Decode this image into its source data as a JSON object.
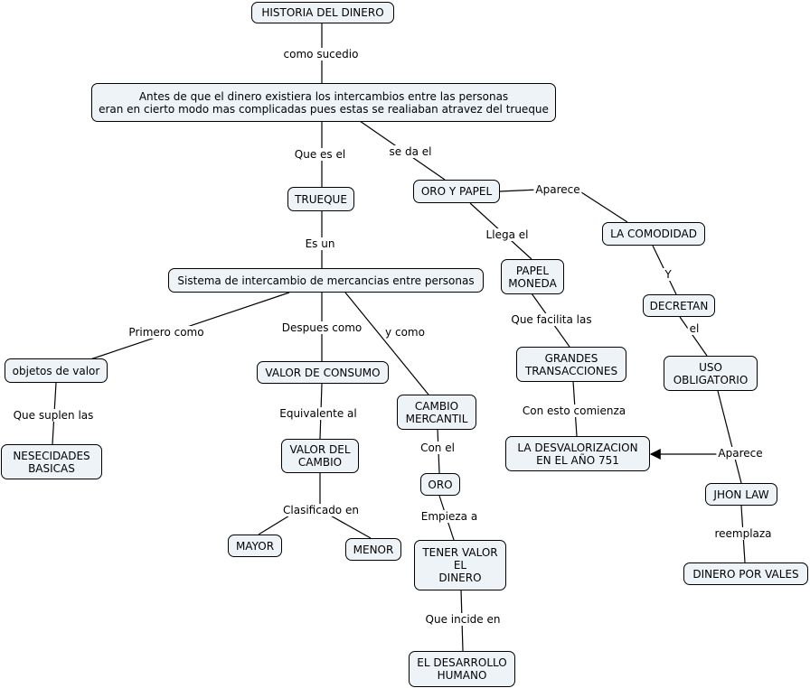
{
  "nodes": {
    "historia": "HISTORIA DEL DINERO",
    "antes": "Antes de que el dinero existiera los intercambios entre las personas\neran en cierto modo mas complicadas pues estas se realiaban atravez del trueque",
    "trueque": "TRUEQUE",
    "sistema": "Sistema de intercambio de mercancias entre personas",
    "objetos": "objetos de valor",
    "nesecidades": "NESECIDADES\nBASICAS",
    "valor_consumo": "VALOR DE CONSUMO",
    "valor_cambio": "VALOR DEL\nCAMBIO",
    "mayor": "MAYOR",
    "menor": "MENOR",
    "cambio_mercantil": "CAMBIO\nMERCANTIL",
    "oro": "ORO",
    "tener_valor": "TENER VALOR\nEL\nDINERO",
    "desarrollo": "EL DESARROLLO\nHUMANO",
    "oro_papel": "ORO Y PAPEL",
    "papel_moneda": "PAPEL\nMONEDA",
    "grandes": "GRANDES\nTRANSACCIONES",
    "desvalorizacion": "LA DESVALORIZACION\nEN EL AÑO 751",
    "comodidad": "LA COMODIDAD",
    "decretan": "DECRETAN",
    "uso": "USO\nOBLIGATORIO",
    "jhon": "JHON LAW",
    "vales": "DINERO POR VALES"
  },
  "links": {
    "como_sucedio": "como sucedio",
    "que_es_el": "Que es el",
    "se_da_el": "se da el",
    "es_un": "Es un",
    "primero_como": "Primero como",
    "despues_como": "Despues como",
    "y_como": "y como",
    "que_suplen_las": "Que suplen las",
    "equivalente_al": "Equivalente al",
    "clasificado_en": "Clasificado en",
    "con_el": "Con el",
    "empieza_a": "Empieza a",
    "que_incide_en": "Que incide en",
    "aparece_1": "Aparece",
    "llega_el": "Llega el",
    "que_facilita_las": "Que facilita las",
    "con_esto_comienza": "Con esto comienza",
    "y": "Y",
    "el": "el",
    "aparece_2": "Aparece",
    "reemplaza": "reemplaza"
  }
}
